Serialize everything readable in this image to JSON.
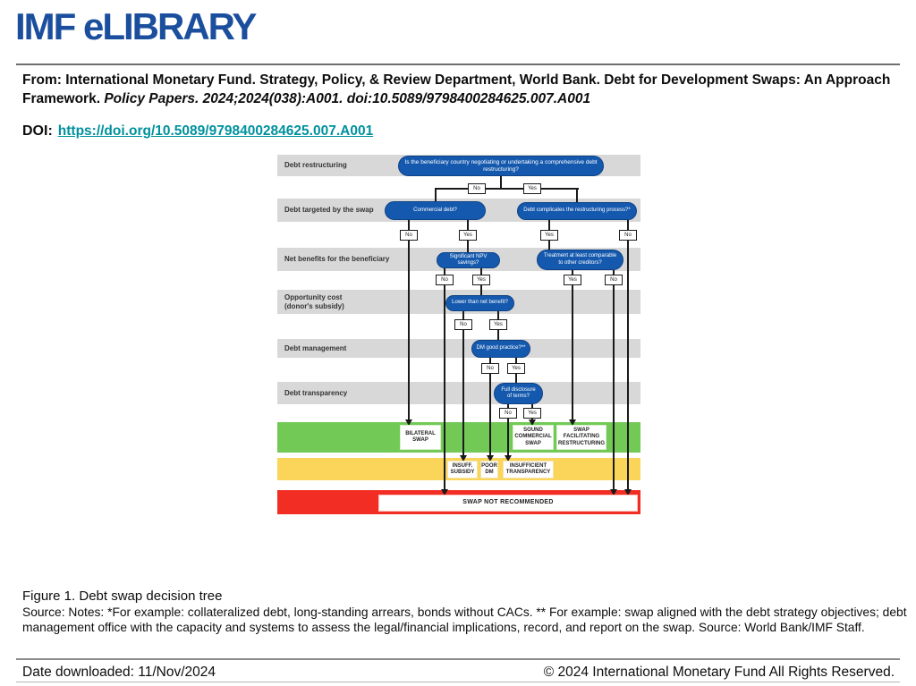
{
  "header": {
    "logo": "IMF eLIBRARY",
    "citation_bold": "From: International Monetary Fund. Strategy, Policy, & Review Department, World Bank. Debt for Development Swaps: An Approach Framework. ",
    "citation_italic": "Policy Papers. 2024;2024(038):A001. doi:10.5089/9798400284625.007.A001",
    "doi_label": "DOI:",
    "doi_url": "https://doi.org/10.5089/9798400284625.007.A001"
  },
  "diagram": {
    "row_labels": {
      "restructuring": "Debt restructuring",
      "targeted": "Debt targeted by the swap",
      "net_benefits": "Net benefits for the beneficiary",
      "opportunity_cost": "Opportunity cost\n(donor's subsidy)",
      "management": "Debt management",
      "transparency": "Debt transparency"
    },
    "nodes": {
      "q1": "Is the beneficiary country negotiating or undertaking a comprehensive debt restructuring?",
      "q2": "Commercial debt?",
      "q3": "Debt complicates the restructuring process?*",
      "q4": "Significant NPV savings?",
      "q5": "Treatment at least comparable to other creditors?",
      "q6": "Lower than net benefit?",
      "q7": "DM good practice?**",
      "q8": "Full disclosure of terms?"
    },
    "answers": {
      "no": "No",
      "yes": "Yes"
    },
    "outcomes": {
      "bilateral": "BILATERAL SWAP",
      "sound": "SOUND COMMERCIAL SWAP",
      "facilitating": "SWAP FACILITATING RESTRUCTURING",
      "insuff_subsidy": "INSUFF. SUBSIDY",
      "poor_dm": "POOR DM",
      "insufficient_transparency": "INSUFFICIENT TRANSPARENCY",
      "not_recommended": "SWAP NOT RECOMMENDED"
    },
    "colors": {
      "node_blue": "#1559ae",
      "band_gray": "#d8d8d8",
      "band_green": "#72c956",
      "band_yellow": "#fbd55a",
      "band_red": "#f22e24"
    }
  },
  "caption": {
    "title": "Figure 1. Debt swap decision tree",
    "notes": "Source: Notes: *For example: collateralized debt, long-standing arrears, bonds without CACs. ** For example: swap aligned with the debt strategy objectives; debt management office with the capacity and systems to assess the legal/financial implications, record, and report on the swap. Source: World Bank/IMF Staff."
  },
  "footer": {
    "date": "Date downloaded: 11/Nov/2024",
    "copyright": "© 2024 International Monetary Fund All Rights Reserved."
  }
}
